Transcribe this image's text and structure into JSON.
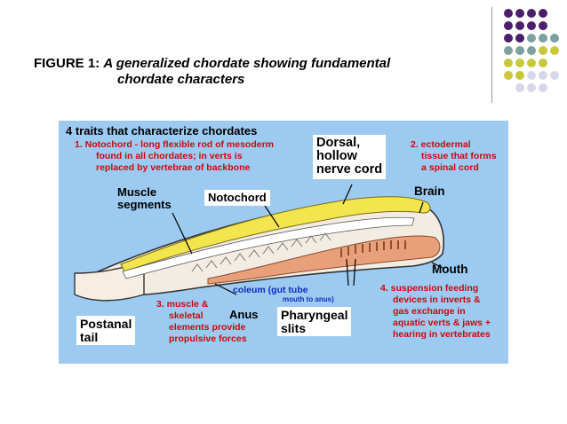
{
  "figure": {
    "label": "FIGURE 1:",
    "title_line1": "A generalized chordate showing fundamental",
    "title_line2": "chordate characters"
  },
  "diagram": {
    "heading": "4 traits that characterize chordates",
    "trait1": {
      "line1": "1. Notochord - long flexible rod of mesoderm",
      "line2": "found in all chordates; in verts is",
      "line3": "replaced by vertebrae of backbone"
    },
    "trait2": {
      "line1": "2. ectodermal",
      "line2": "tissue that forms",
      "line3": "a spinal cord"
    },
    "trait3": {
      "line1": "3. muscle &",
      "line2": "skeletal",
      "line3": "elements provide",
      "line4": "propulsive forces"
    },
    "trait4": {
      "line1": "4. suspension feeding",
      "line2": "devices in inverts &",
      "line3": "gas exchange in",
      "line4": "aquatic verts & jaws +",
      "line5": "hearing in vertebrates"
    },
    "labels": {
      "dorsal_line1": "Dorsal,",
      "dorsal_line2": "hollow",
      "dorsal_line3": "nerve cord",
      "notochord": "Notochord",
      "brain": "Brain",
      "muscle_line1": "Muscle",
      "muscle_line2": "segments",
      "mouth": "Mouth",
      "coleum": "coleum (gut tube",
      "coleum_sub": "mouth to anus)",
      "anus": "Anus",
      "pharyngeal_line1": "Pharyngeal",
      "pharyngeal_line2": "slits",
      "postanal_line1": "Postanal",
      "postanal_line2": "tail"
    }
  },
  "colors": {
    "panel_bg": "#9ccaf0",
    "trait_text": "#cc0a0a",
    "coleum_text": "#0b2fbf",
    "dot_purple": "#4b1f6b",
    "dot_teal": "#7da0a0",
    "dot_yellow": "#c8c83c",
    "dot_lavender": "#d7d7ec"
  }
}
